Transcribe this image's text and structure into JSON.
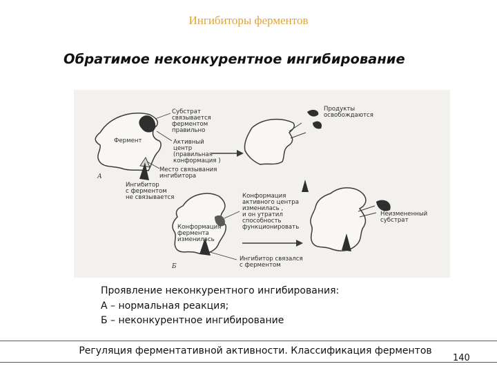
{
  "header": {
    "section_title": "Ингибиторы ферментов"
  },
  "slide": {
    "title": "Обратимое неконкурентное ингибирование"
  },
  "figure": {
    "panel_a": {
      "letter": "А",
      "enzyme": "Фермент",
      "substrate_note": [
        "Субстрат",
        "связывается",
        "ферментом",
        "правильно"
      ],
      "active_site": [
        "Активный",
        "центр",
        "(правильная",
        "конформация )"
      ],
      "inhibitor_site": [
        "Место связывания",
        "ингибитора"
      ],
      "inhibitor_note": [
        "Ингибитор",
        "с ферментом",
        "не связывается"
      ],
      "products": [
        "Продукты",
        "освобождаются"
      ]
    },
    "panel_b": {
      "letter": "Б",
      "conformation_changed": [
        "Конформация",
        "фермента",
        "изменилась"
      ],
      "active_site_changed": [
        "Конформация",
        "активного центра",
        "изменилась ,",
        "и он утратил",
        "способность",
        "функционировать"
      ],
      "inhibitor_bound": [
        "Ингибитор связался",
        "с ферментом"
      ],
      "unchanged_substrate": [
        "Неизмененный",
        "субстрат"
      ]
    }
  },
  "caption": {
    "line1": "Проявление неконкурентного ингибирования:",
    "line2": "А – нормальная реакция;",
    "line3": "Б – неконкурентное ингибирование"
  },
  "footer": {
    "text": "Регуляция ферментативной активности. Классификация ферментов",
    "page_number": "140"
  },
  "colors": {
    "header": "#e0a33a",
    "text": "#111111",
    "figure_background": "#f3f1ee"
  }
}
